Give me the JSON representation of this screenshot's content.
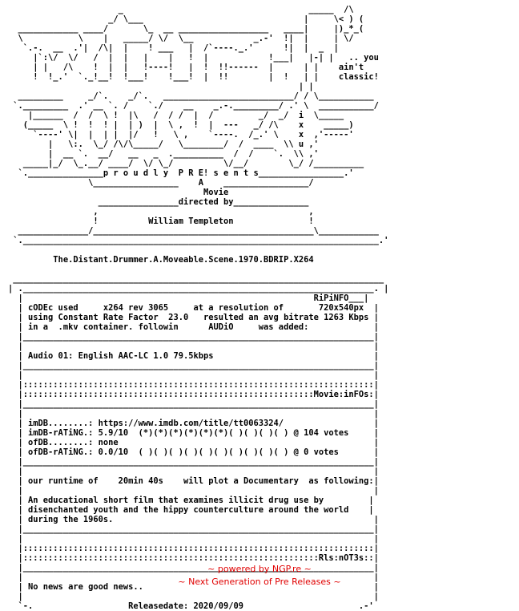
{
  "nfo": {
    "text": "                      _                                     _____  /\\\n                    _/ \\___                                |     \\< ) (\n  ____________ ____/       \\_  __ __________________   ____|     |)_*_(\n  \\           \\    |   _____/ \\/  \\__            _.-'  !|  |     | \\/\n   `.-.  __  .'|  /\\|  |    ! ___   |  /`----._.'      !|  |  _  |\n     |`:\\/  \\/   /  |  |   |    |   !  |            !___|   |-| |   .. you\n     | |   /\\    !  |  |   !----!   |  !  !!------  |      | |    ain't\n     !  !_.'  `._!__!  !___!    !___!  |  !!        |  !   | |    classic!\n                                                          | |\n  _________     _/`.    _/`.   __________________________/ / \\___________\n `._________  .' __ `. /    `./    __    _.-._________/ .' \\  ___________/\n    |______  /  /  \\ !  |\\   /  / /  |  /         _/  _/  i  \\_____\n   (_____  \\ !  !  ! |  | )  |  \\ ,  !  |  ---   _/ /\\    x    _____)\n     `----' \\|  |  | |  |/   !   \\ ,    `----.  /_.' \\    x  ,'-----'\n        |   \\:.  \\_/ /\\/\\_____/   \\________/  /  ____  \\\\ u ,'\n        |  __ `.  __/   __   _  .__________  /  /    `.  \\\\ ,'\n   _____|_/  \\_.__/ ____/  \\/ \\_/          \\/__/        \\_/ /__________\n  `._______________p r o u d l y  P R E! s e n t s_________________.'\n                \\_________________    A    _________________/\n                                       Movie\n                  ________________directed by_______________\n                 ,                                          ,\n                 !          William Templeton               !\n  ______________/____________________________________________\\____________\n `._______________________________________________________________________.'\n\n         The.Distant.Drummer.A.Moveable.Scene.1970.BDRIP.X264\n\n __________________________________________________________________________\n| .______________________________________________________________________. |\n  |                                                          RiPiNFO___|\n  | cODEc used     x264 rev 3065     at a resolution of       720x540px  |\n  | using Constant Rate Factor  23.0   resulted an avg bitrate 1263 Kbps |\n  | in a  .mkv container. followin      AUDiO     was added:             |\n  |______________________________________________________________________|\n  |                                                                      |\n  | Audio 01: English AAC-LC 1.0 79.5kbps                                |\n  |______________________________________________________________________|\n  |                                                                      |\n  |::::::::::::::::::::::::::::::::::::::::::::::::::::::::::::::::::::::|\n  |::::::::::::::::::::::::::::::::::::::::::::::::::::::::::Movie:inFOs:|\n  |______________________________________________________________________|\n  |                                                                      |\n  | imDB........: https://www.imdb.com/title/tt0063324/                  |\n  | imDB-rATiNG.: 5.9/10  (*)(*)(*)(*)(*)(*)( )( )( )( ) @ 104 votes     |\n  | ofDB........: none                                                   |\n  | ofDB-rATiNG.: 0.0/10  ( )( )( )( )( )( )( )( )( )( ) @ 0 votes       |\n  |______________________________________________________________________|\n  |                                                                      |\n  | our runtime of    20min 40s    will plot a Documentary  as following:|\n  |                                                                      |\n  | An educational short film that examines illicit drug use by         |\n  | disenchanted youth and the hippy counterculture around the world    |\n  | during the 1960s.                                                    |\n  |______________________________________________________________________|\n  |                                                                      |\n  |::::::::::::::::::::::::::::::::::::::::::::::::::::::::::::::::::::::|\n  |:::::::::::::::::::::::::::::::::::::::::::::::::::::::::::Rls:nOT3s::|\n  |______________________________________________________________________|\n  |                                                                      |\n  | No news are good news..                                              |\n  |                                                                      |\n  `-.                   Releasedate: 2020/09/09                       .-'",
    "color": "#000000"
  },
  "footer": {
    "line1": "~ powered by NGP.re ~",
    "line2": "~ Next Generation of Pre Releases ~",
    "color": "#e00000"
  }
}
